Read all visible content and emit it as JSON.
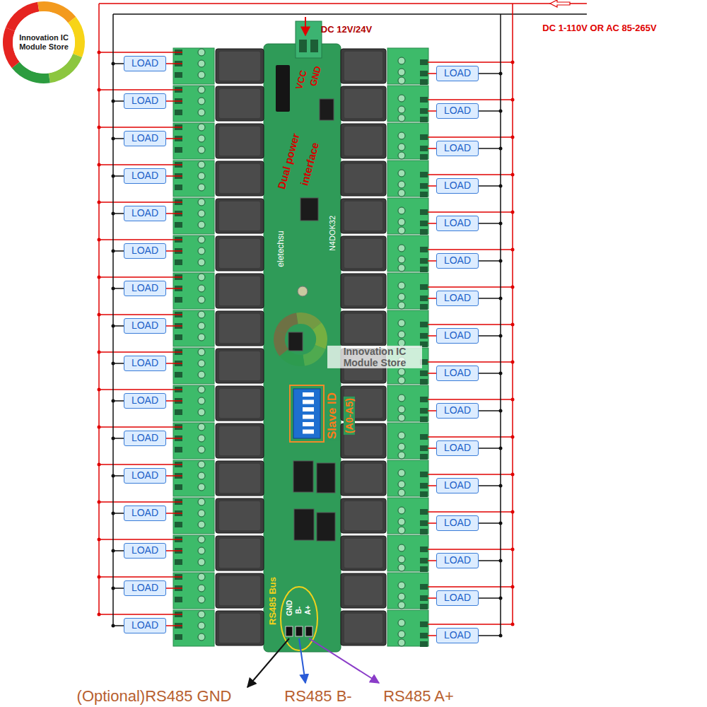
{
  "diagram": {
    "nodes": [
      {
        "text": [
          "LOAD"
        ]
      },
      {
        "text": [
          "LOAD"
        ]
      },
      {
        "text": [
          "LOAD"
        ]
      },
      {
        "text": [
          "LOAD"
        ]
      },
      {
        "text": [
          "LOAD"
        ]
      },
      {
        "text": [
          "LOAD"
        ]
      },
      {
        "text": [
          "LOAD"
        ]
      },
      {
        "text": [
          "LOAD"
        ]
      },
      {
        "text": [
          "LOAD"
        ]
      },
      {
        "text": [
          "LOAD"
        ]
      },
      {
        "text": [
          "LOAD"
        ]
      },
      {
        "text": [
          "LOAD"
        ]
      },
      {
        "text": [
          "LOAD"
        ]
      },
      {
        "text": [
          "LOAD"
        ]
      },
      {
        "text": [
          "LOAD"
        ]
      },
      {
        "text": [
          "LOAD"
        ]
      },
      {
        "text": [
          "LOAD"
        ]
      },
      {
        "text": [
          "LOAD"
        ]
      },
      {
        "text": [
          "LOAD"
        ]
      },
      {
        "text": [
          "LOAD"
        ]
      },
      {
        "text": [
          "LOAD"
        ]
      },
      {
        "text": [
          "LOAD"
        ]
      },
      {
        "text": [
          "LOAD"
        ]
      },
      {
        "text": [
          "LOAD"
        ]
      },
      {
        "text": [
          "LOAD"
        ]
      },
      {
        "text": [
          "LOAD"
        ]
      },
      {
        "text": [
          "LOAD"
        ]
      },
      {
        "text": [
          "LOAD"
        ]
      },
      {
        "text": [
          "LOAD"
        ]
      },
      {
        "text": [
          "LOAD"
        ]
      },
      {
        "text": [
          "LOAD"
        ]
      },
      {
        "text": [
          "LOAD"
        ]
      }
    ],
    "labels": [
      "Innovation IC Module Store",
      "DC 12V/24V",
      "DC 1-110V OR AC 85-265V",
      "VCC",
      "GND",
      "Dual power",
      "interface",
      "eletechsu",
      "N4DOK32",
      "Innovation IC Module Store",
      "Slave ID",
      "(A0-A5)",
      "RS485 Bus",
      "GND",
      "B-",
      "A+",
      "(Optional)RS485 GND",
      "RS485 B-",
      "RS485 A+"
    ]
  }
}
